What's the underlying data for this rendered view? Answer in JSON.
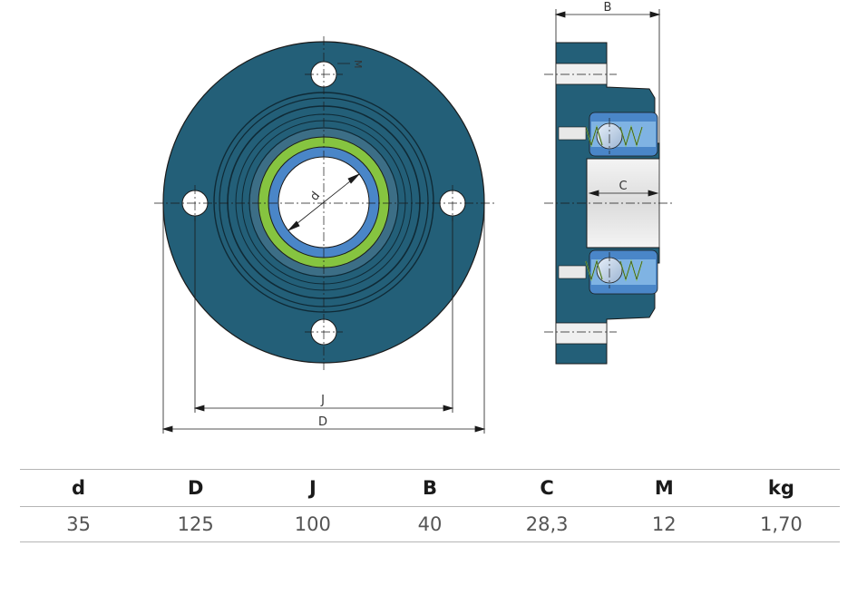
{
  "drawing": {
    "front_view": {
      "labels": {
        "bore": "d",
        "hole": "M",
        "bolt_circle": "J",
        "outer_diameter": "D"
      }
    },
    "side_view": {
      "labels": {
        "width": "B",
        "inner_width": "C"
      }
    },
    "colors": {
      "housing": "#235f78",
      "outer_ring": "#4a86c8",
      "seal": "#86c440",
      "inner_ring": "#4a86c8",
      "bore": "#ffffff",
      "line": "#1a1a1a"
    }
  },
  "table": {
    "headers": [
      "d",
      "D",
      "J",
      "B",
      "C",
      "M",
      "kg"
    ],
    "values": [
      "35",
      "125",
      "100",
      "40",
      "28,3",
      "12",
      "1,70"
    ]
  }
}
